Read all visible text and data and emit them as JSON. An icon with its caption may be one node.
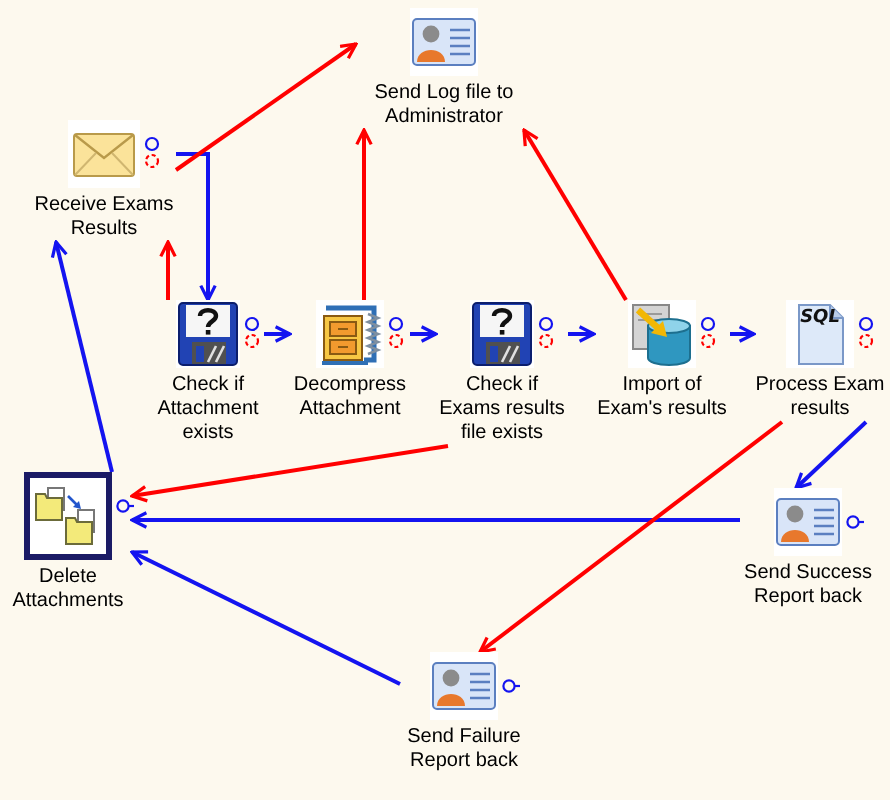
{
  "diagram": {
    "nodes": [
      {
        "text": [
          "Receive Exams Results"
        ]
      },
      {
        "text": [
          "Send Log file to Administrator"
        ]
      },
      {
        "text": [
          "Check if Attachment exists"
        ]
      },
      {
        "text": [
          "Decompress Attachment"
        ]
      },
      {
        "text": [
          "Check if Exams results file exists"
        ]
      },
      {
        "text": [
          "Import of Exam's results"
        ]
      },
      {
        "text": [
          "Process Exam results"
        ]
      },
      {
        "text": [
          "Delete Attachments"
        ]
      },
      {
        "text": [
          "Send Success Report back"
        ]
      },
      {
        "text": [
          "Send Failure Report back"
        ]
      }
    ],
    "edges": [
      {
        "from": 0,
        "to": 2,
        "arrow": "to"
      },
      {
        "from": 2,
        "to": 3,
        "arrow": "to"
      },
      {
        "from": 3,
        "to": 4,
        "arrow": "to"
      },
      {
        "from": 4,
        "to": 5,
        "arrow": "to"
      },
      {
        "from": 5,
        "to": 6,
        "arrow": "to"
      },
      {
        "from": 6,
        "to": 8,
        "arrow": "to"
      },
      {
        "from": 8,
        "to": 7,
        "arrow": "to"
      },
      {
        "from": 9,
        "to": 7,
        "arrow": "to"
      },
      {
        "from": 7,
        "to": 0,
        "arrow": "to"
      },
      {
        "from": 0,
        "to": 1,
        "arrow": "to",
        "color": "#ff0000"
      },
      {
        "from": 2,
        "to": 0,
        "arrow": "to",
        "color": "#ff0000"
      },
      {
        "from": 3,
        "to": 1,
        "arrow": "to",
        "color": "#ff0000"
      },
      {
        "from": 5,
        "to": 1,
        "arrow": "to",
        "color": "#ff0000"
      },
      {
        "from": 4,
        "to": 7,
        "arrow": "to",
        "color": "#ff0000"
      },
      {
        "from": 6,
        "to": 9,
        "arrow": "to",
        "color": "#ff0000"
      }
    ],
    "labels": [
      "SQL"
    ]
  }
}
